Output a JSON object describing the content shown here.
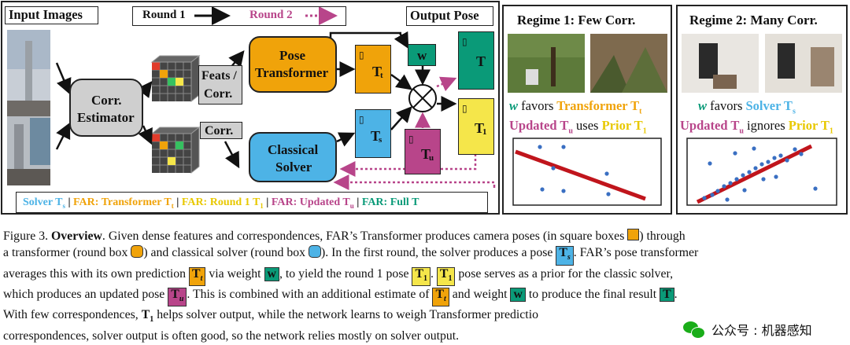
{
  "diagram": {
    "input_images_title": "Input Images",
    "round1_label": "Round 1",
    "round2_label": "Round 2",
    "output_pose_title": "Output Pose",
    "corr_estimator": [
      "Corr.",
      "Estimator"
    ],
    "feats_corr": [
      "Feats /",
      "Corr."
    ],
    "corr": "Corr.",
    "pose_transformer": [
      "Pose",
      "Transformer"
    ],
    "classical_solver": [
      "Classical",
      "Solver"
    ],
    "w_box": "w",
    "T_t": "T",
    "T_t_sub": "t",
    "T_s": "T",
    "T_s_sub": "s",
    "T_u": "T",
    "T_u_sub": "u",
    "T_full": "T",
    "T_1": "T",
    "T_1_sub": "1",
    "otimes": "⊗",
    "legend": {
      "solver": "Solver T",
      "solver_sub": "s",
      "transformer": "FAR: Transformer T",
      "transformer_sub": "t",
      "round1": "FAR: Round 1 T",
      "round1_sub": "1",
      "updated": "FAR: Updated T",
      "updated_sub": "u",
      "full": "FAR: Full T",
      "sep": " | "
    },
    "colors": {
      "orange": "#f0a30a",
      "blue": "#4db3e6",
      "green": "#0a9a78",
      "yellow": "#f5e64a",
      "magenta": "#b8458a",
      "gray": "#cfcfcf",
      "red": "#c0151c"
    }
  },
  "regime1": {
    "title": "Regime 1: Few Corr.",
    "line1_w": "w",
    "line1_mid": "favors",
    "line1_end": "Transformer T",
    "line1_end_sub": "t",
    "line2_a": "Updated T",
    "line2_a_sub": "u",
    "line2_mid": "uses",
    "line2_end": "Prior T",
    "line2_end_sub": "1"
  },
  "regime2": {
    "title": "Regime 2: Many Corr.",
    "line1_w": "w",
    "line1_mid": "favors",
    "line1_end": "Solver T",
    "line1_end_sub": "s",
    "line2_a": "Updated T",
    "line2_a_sub": "u",
    "line2_mid": "ignores",
    "line2_end": "Prior T",
    "line2_end_sub": "1"
  },
  "caption": {
    "figure_label": "Figure 3.",
    "bold_title": "Overview",
    "s1": ". Given dense features and correspondences, FAR’s Transformer produces camera poses (in square boxes",
    "s2": ") through",
    "s3": "a transformer (round box",
    "s4": ") and classical solver (round box",
    "s5": "). In the first round, the solver produces a pose",
    "s6": ". FAR’s pose transformer",
    "s7": "averages this with its own prediction",
    "s8": "via weight",
    "s9": ", to yield the round 1 pose",
    "s10": ".",
    "s11": "pose serves as a prior for the classic solver,",
    "s12": "which produces an updated pose",
    "s13": ". This is combined with an additional estimate of",
    "s14": "and weight",
    "s15": "to produce the final result",
    "s16": ".",
    "s17": "With few correspondences,",
    "s18": "helps solver output, while the network learns to weigh Transformer predictio",
    "s19": "correspondences, solver output is often good, so the network relies mostly on solver output.",
    "T1_bold": "T",
    "T1_sub": "1",
    "chip_Ts": "T",
    "chip_Ts_sub": "s",
    "chip_Tt": "T",
    "chip_Tt_sub": "t",
    "chip_w": "w",
    "chip_T1": "T",
    "chip_T1_sub": "1",
    "chip_Tu": "T",
    "chip_Tu_sub": "u",
    "chip_T": "T"
  },
  "watermark": {
    "text": "公众号 : 机器感知",
    "icon": "wechat-icon"
  }
}
